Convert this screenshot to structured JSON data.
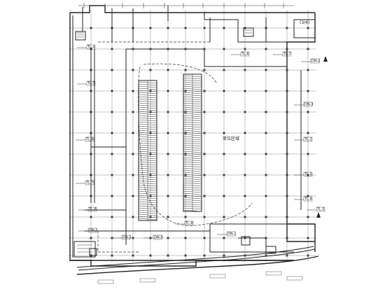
{
  "drawing": {
    "zone_label": "单位区域",
    "grid_tag": "(3/4)",
    "leader_labels": [
      "TL-4",
      "TL-5",
      "TL-6",
      "TL-7",
      "TL-8",
      "DN-1",
      "DN-2",
      "DN-3",
      "TL-2",
      "TL-3"
    ]
  }
}
